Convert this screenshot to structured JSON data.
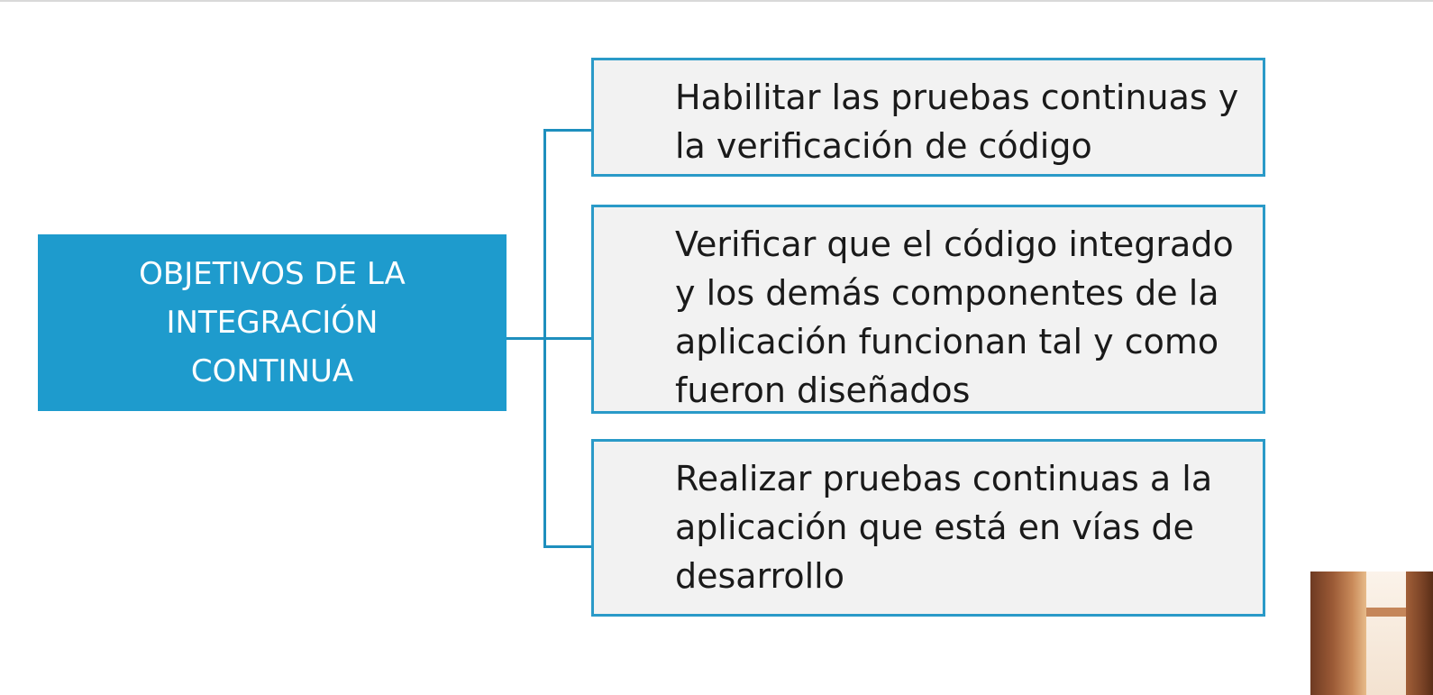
{
  "diagram": {
    "main": {
      "label": "OBJETIVOS DE LA\nINTEGRACIÓN\nCONTINUA"
    },
    "items": [
      {
        "label": "Habilitar las pruebas continuas y\nla verificación de código"
      },
      {
        "label": "Verificar que el código integrado\ny los demás componentes de la\naplicación funcionan tal y como\nfueron diseñados"
      },
      {
        "label": "Realizar pruebas continuas a la\naplicación que está en vías de\ndesarrollo"
      }
    ]
  },
  "colors": {
    "main_fill": "#1e9bcd",
    "item_fill": "#f2f2f2",
    "item_border": "#2a9ac8",
    "connector": "#1e8fbe"
  },
  "decoration": {
    "icon": "window-photo-icon"
  }
}
